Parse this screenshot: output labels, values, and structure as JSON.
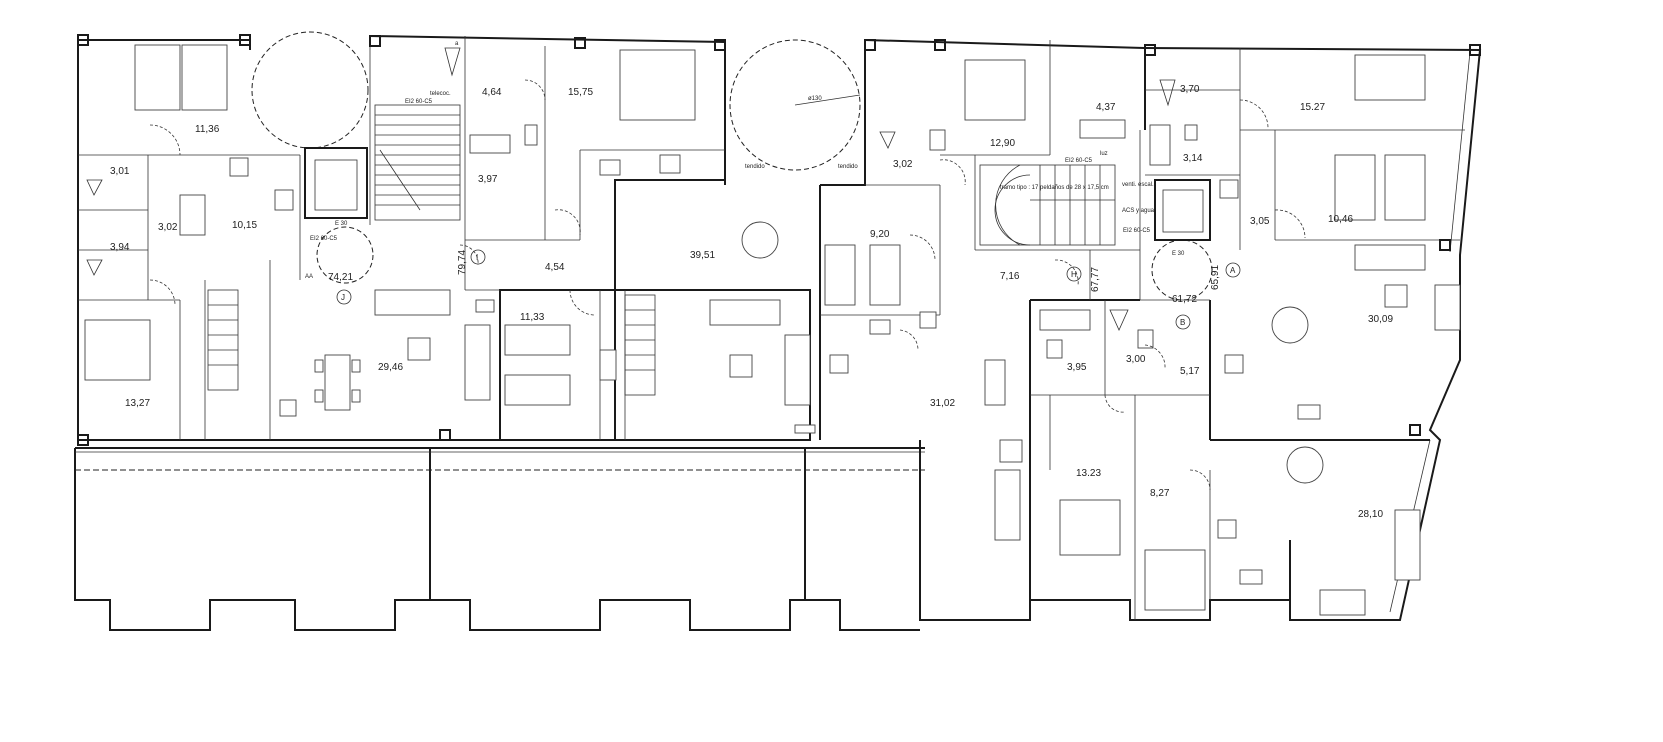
{
  "rooms": [
    {
      "label": "11,36"
    },
    {
      "label": "3,01"
    },
    {
      "label": "3,02"
    },
    {
      "label": "3,94"
    },
    {
      "label": "10,15"
    },
    {
      "label": "13,27"
    },
    {
      "label": "74,21"
    },
    {
      "label": "29,46"
    },
    {
      "label": "4,64"
    },
    {
      "label": "3,97"
    },
    {
      "label": "15,75"
    },
    {
      "label": "79,74"
    },
    {
      "label": "4,54"
    },
    {
      "label": "11,33"
    },
    {
      "label": "39,51"
    },
    {
      "label": "3,02"
    },
    {
      "label": "12,90"
    },
    {
      "label": "9,20"
    },
    {
      "label": "4,37"
    },
    {
      "label": "3,70"
    },
    {
      "label": "3,14"
    },
    {
      "label": "15.27"
    },
    {
      "label": "10,46"
    },
    {
      "label": "3,05"
    },
    {
      "label": "7,16"
    },
    {
      "label": "67,77"
    },
    {
      "label": "61,72"
    },
    {
      "label": "65,91"
    },
    {
      "label": "30,09"
    },
    {
      "label": "31,02"
    },
    {
      "label": "3,95"
    },
    {
      "label": "3,00"
    },
    {
      "label": "5,17"
    },
    {
      "label": "13.23"
    },
    {
      "label": "8,27"
    },
    {
      "label": "28,10"
    }
  ],
  "markers": [
    {
      "letter": "J"
    },
    {
      "letter": "I"
    },
    {
      "letter": "H"
    },
    {
      "letter": "A"
    },
    {
      "letter": "B"
    }
  ],
  "notes": {
    "e30_a": "E 30",
    "ei2_a": "EI2 60-C5",
    "ei2_b": "EI2 60-C5",
    "ei2_c": "EI2 60-C5",
    "ei2_d": "EI2 60-C5",
    "e30_b": "E 30",
    "tendido_a": "tendido",
    "tendido_b": "tendido",
    "phi": "ø130",
    "aa": "AA",
    "acs": "ACS y agua",
    "venti": "venti. escal.",
    "trasteros": "telecoc.",
    "luz": "luz",
    "a_mark": "a",
    "stair_note": "tramo tipo : 17 peldaños de 28 x 17,5 cm"
  }
}
